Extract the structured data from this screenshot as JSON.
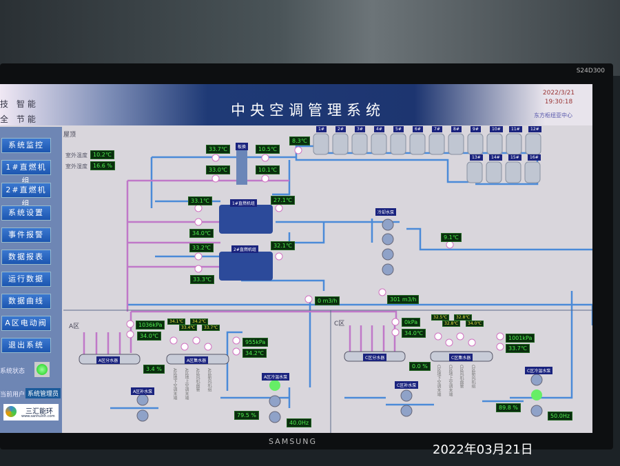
{
  "monitor": {
    "model": "S24D300",
    "brand": "SAMSUNG"
  },
  "photo_date": "2022年03月21日",
  "header": {
    "slogan1": "技 智能",
    "slogan2": "全 节能",
    "title": "中央空调管理系统",
    "date": "2022/3/21",
    "time": "19:30:18",
    "site": "东方枢纽亚中心"
  },
  "sidebar": {
    "items": [
      "系统监控",
      "1#直燃机组",
      "2#直燃机组",
      "系统设置",
      "事件报警",
      "数据报表",
      "运行数据",
      "数据曲线",
      "A区电动阀",
      "退出系统"
    ],
    "status_label": "系统状态",
    "user_label": "当前用户",
    "user": "系统管理员",
    "logo": "三汇能环",
    "logo_url": "www.sanhuinh.com"
  },
  "roof": {
    "label": "屋顶",
    "outdoor_temp_label": "室外温度",
    "outdoor_temp": "10.2℃",
    "outdoor_hum_label": "室外湿度",
    "outdoor_hum": "16.6 %",
    "plate_hx": "板换",
    "hx_in1": "33.7℃",
    "hx_in2": "33.0℃",
    "hx_out1": "10.5℃",
    "hx_out2": "10.1℃",
    "tower_temp": "8.3℃",
    "towers": [
      "1#",
      "2#",
      "3#",
      "4#",
      "5#",
      "6#",
      "7#",
      "8#",
      "9#",
      "10#",
      "11#",
      "12#",
      "13#",
      "14#",
      "15#",
      "16#"
    ]
  },
  "chillers": {
    "c1_label": "1#直燃机组",
    "c1_t1": "33.1℃",
    "c1_t2": "27.1℃",
    "c1_t3": "34.0℃",
    "c2_label": "2#直燃机组",
    "c2_t1": "33.2℃",
    "c2_t2": "32.1℃",
    "c2_t3": "33.3℃",
    "cw_pump_label": "冷却水泵",
    "cw_temp": "9.1℃",
    "flow1": "0 m3/h",
    "flow2": "301 m3/h"
  },
  "zoneA": {
    "label": "A区",
    "pressure1": "1036kPa",
    "temp1": "34.0℃",
    "divider": "A区分水器",
    "collector": "A区集水器",
    "valve": "3.4 %",
    "branch_temps": [
      "34.1℃",
      "33.4℃",
      "34.2℃",
      "33.7℃"
    ],
    "branches": [
      "A区地下空调末端",
      "A区地上空调末端",
      "A区风机盘管",
      "A区新风机组"
    ],
    "pressure2": "955kPa",
    "temp2": "34.2℃",
    "makeup_pump": "A区补水泵",
    "hw_pump": "A区冷温水泵",
    "valve2": "79.5 %",
    "freq": "40.0Hz"
  },
  "zoneC": {
    "label": "C区",
    "pressure1": "0kPa",
    "temp1": "34.0℃",
    "divider": "C区分水器",
    "collector": "C区集水器",
    "valve": "0.0 %",
    "branch_temps": [
      "32.5℃",
      "32.8℃",
      "32.8℃",
      "34.0℃"
    ],
    "branches": [
      "C区地下空调末端",
      "C区地上空调末端",
      "C区风机盘管",
      "C区新风机组"
    ],
    "pressure2": "1001kPa",
    "temp2": "33.7℃",
    "makeup_pump": "C区补水泵",
    "hw_pump": "C区冷温水泵",
    "valve2": "89.8 %",
    "freq": "50.0Hz"
  }
}
